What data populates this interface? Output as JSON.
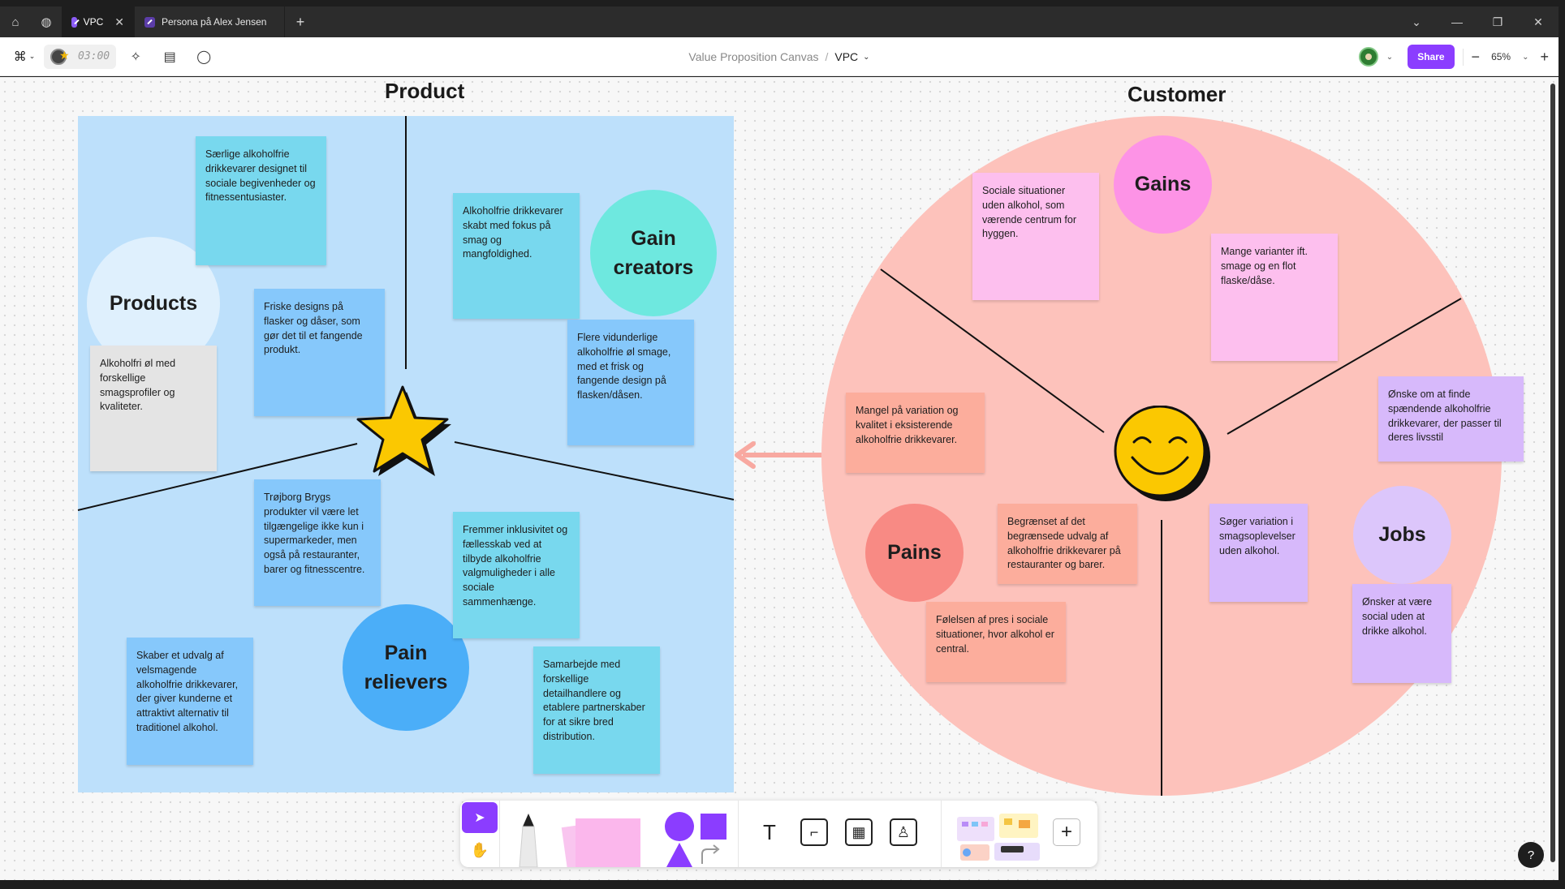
{
  "tabs": [
    {
      "label": "VPC",
      "active": true
    },
    {
      "label": "Persona på Alex Jensen",
      "active": false
    }
  ],
  "toolbar": {
    "timer": "03:00",
    "breadcrumb_file": "Value Proposition Canvas",
    "breadcrumb_sep": "/",
    "breadcrumb_page": "VPC",
    "share_label": "Share",
    "zoom_level": "65%"
  },
  "icons": {
    "home": "home-icon",
    "globe": "globe-icon",
    "add_tab": "plus-icon",
    "menu": "figma-menu-icon",
    "ai": "sparkle-icon",
    "layout": "layout-icon",
    "comment": "comment-icon"
  },
  "colors": {
    "accent": "#8b3dff",
    "product_bg": "#bde0fb",
    "customer_bg": "#fdc2bb",
    "star": "#fbc801"
  },
  "product": {
    "title": "Product",
    "bubbles": {
      "products": "Products",
      "gain_creators": "Gain creators",
      "pain_relievers": "Pain relievers"
    },
    "notes": {
      "n1": "Særlige alkoholfrie drikkevarer designet til sociale begivenheder og fitnessentusiaster.",
      "n2": "Friske designs på flasker og dåser, som gør det til et fangende produkt.",
      "n3": "Alkoholfri øl med forskellige smagsprofiler og kvaliteter.",
      "n4": "Alkoholfrie drikkevarer skabt med fokus på smag og mangfoldighed.",
      "n5": "Flere vidunderlige alkoholfrie øl smage, med et frisk og fangende design på flasken/dåsen.",
      "n6": "Trøjborg Brygs produkter vil være let tilgængelige ikke kun i supermarkeder, men også på restauranter, barer og fitnesscentre.",
      "n7": "Fremmer inklusivitet og fællesskab ved at tilbyde alkoholfrie valgmuligheder i alle sociale sammenhænge.",
      "n8": "Skaber et udvalg af velsmagende alkoholfrie drikkevarer, der giver kunderne et attraktivt alternativ til traditionel alkohol.",
      "n9": "Samarbejde med forskellige detailhandlere og etablere partnerskaber for at sikre bred distribution."
    }
  },
  "customer": {
    "title": "Customer",
    "bubbles": {
      "gains": "Gains",
      "pains": "Pains",
      "jobs": "Jobs"
    },
    "notes": {
      "g1": "Sociale situationer uden alkohol, som værende centrum for hyggen.",
      "g2": "Mange varianter ift. smage og en flot flaske/dåse.",
      "p1": "Mangel på variation og kvalitet i eksisterende alkoholfrie drikkevarer.",
      "p2": "Begrænset af det begrænsede udvalg af alkoholfrie drikkevarer på restauranter og barer.",
      "p3": "Følelsen af pres i sociale situationer, hvor alkohol er central.",
      "j1": "Ønske om at finde spændende alkoholfrie drikkevarer, der passer til deres livsstil",
      "j2": "Søger variation i smagsoplevelser uden alkohol.",
      "j3": "Ønsker at være social uden at drikke alkohol."
    }
  },
  "help_label": "?"
}
